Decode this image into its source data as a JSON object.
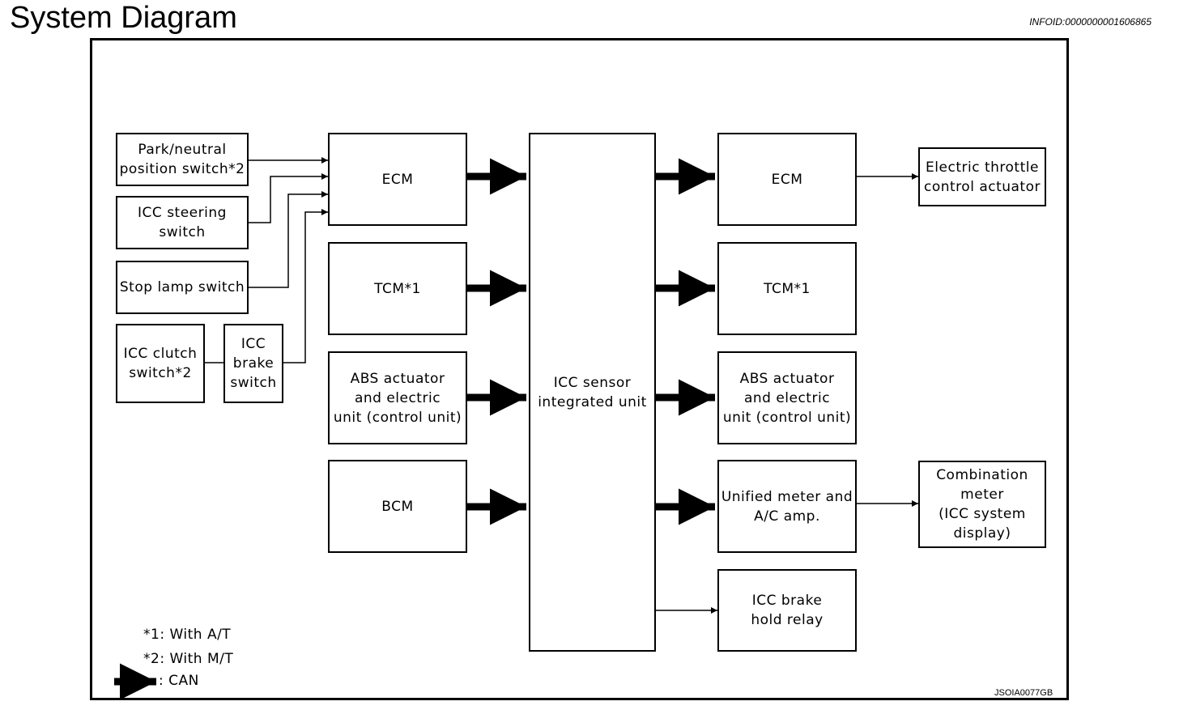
{
  "header": {
    "title": "System Diagram",
    "info_id": "INFOID:0000000001606865"
  },
  "inputs": {
    "park_neutral": "Park/neutral\nposition switch*2",
    "icc_steering": "ICC steering\nswitch",
    "stop_lamp": "Stop lamp switch",
    "icc_clutch": "ICC clutch\nswitch*2",
    "icc_brake_switch": "ICC\nbrake\nswitch"
  },
  "senders": {
    "ecm": "ECM",
    "tcm": "TCM*1",
    "abs": "ABS actuator\nand electric\nunit (control unit)",
    "bcm": "BCM"
  },
  "center": {
    "icc_sensor": "ICC sensor\nintegrated unit"
  },
  "receivers": {
    "ecm": "ECM",
    "tcm": "TCM*1",
    "abs": "ABS actuator\nand electric\nunit (control unit)",
    "meter": "Unified meter and\nA/C amp.",
    "brake_relay": "ICC brake\nhold relay"
  },
  "outputs": {
    "throttle": "Electric throttle\ncontrol actuator",
    "combination_meter": "Combination\nmeter\n(ICC system\ndisplay)"
  },
  "legend": {
    "note1": "*1: With A/T",
    "note2": "*2: With M/T",
    "can": ": CAN"
  },
  "figure_code": "JSOIA0077GB"
}
